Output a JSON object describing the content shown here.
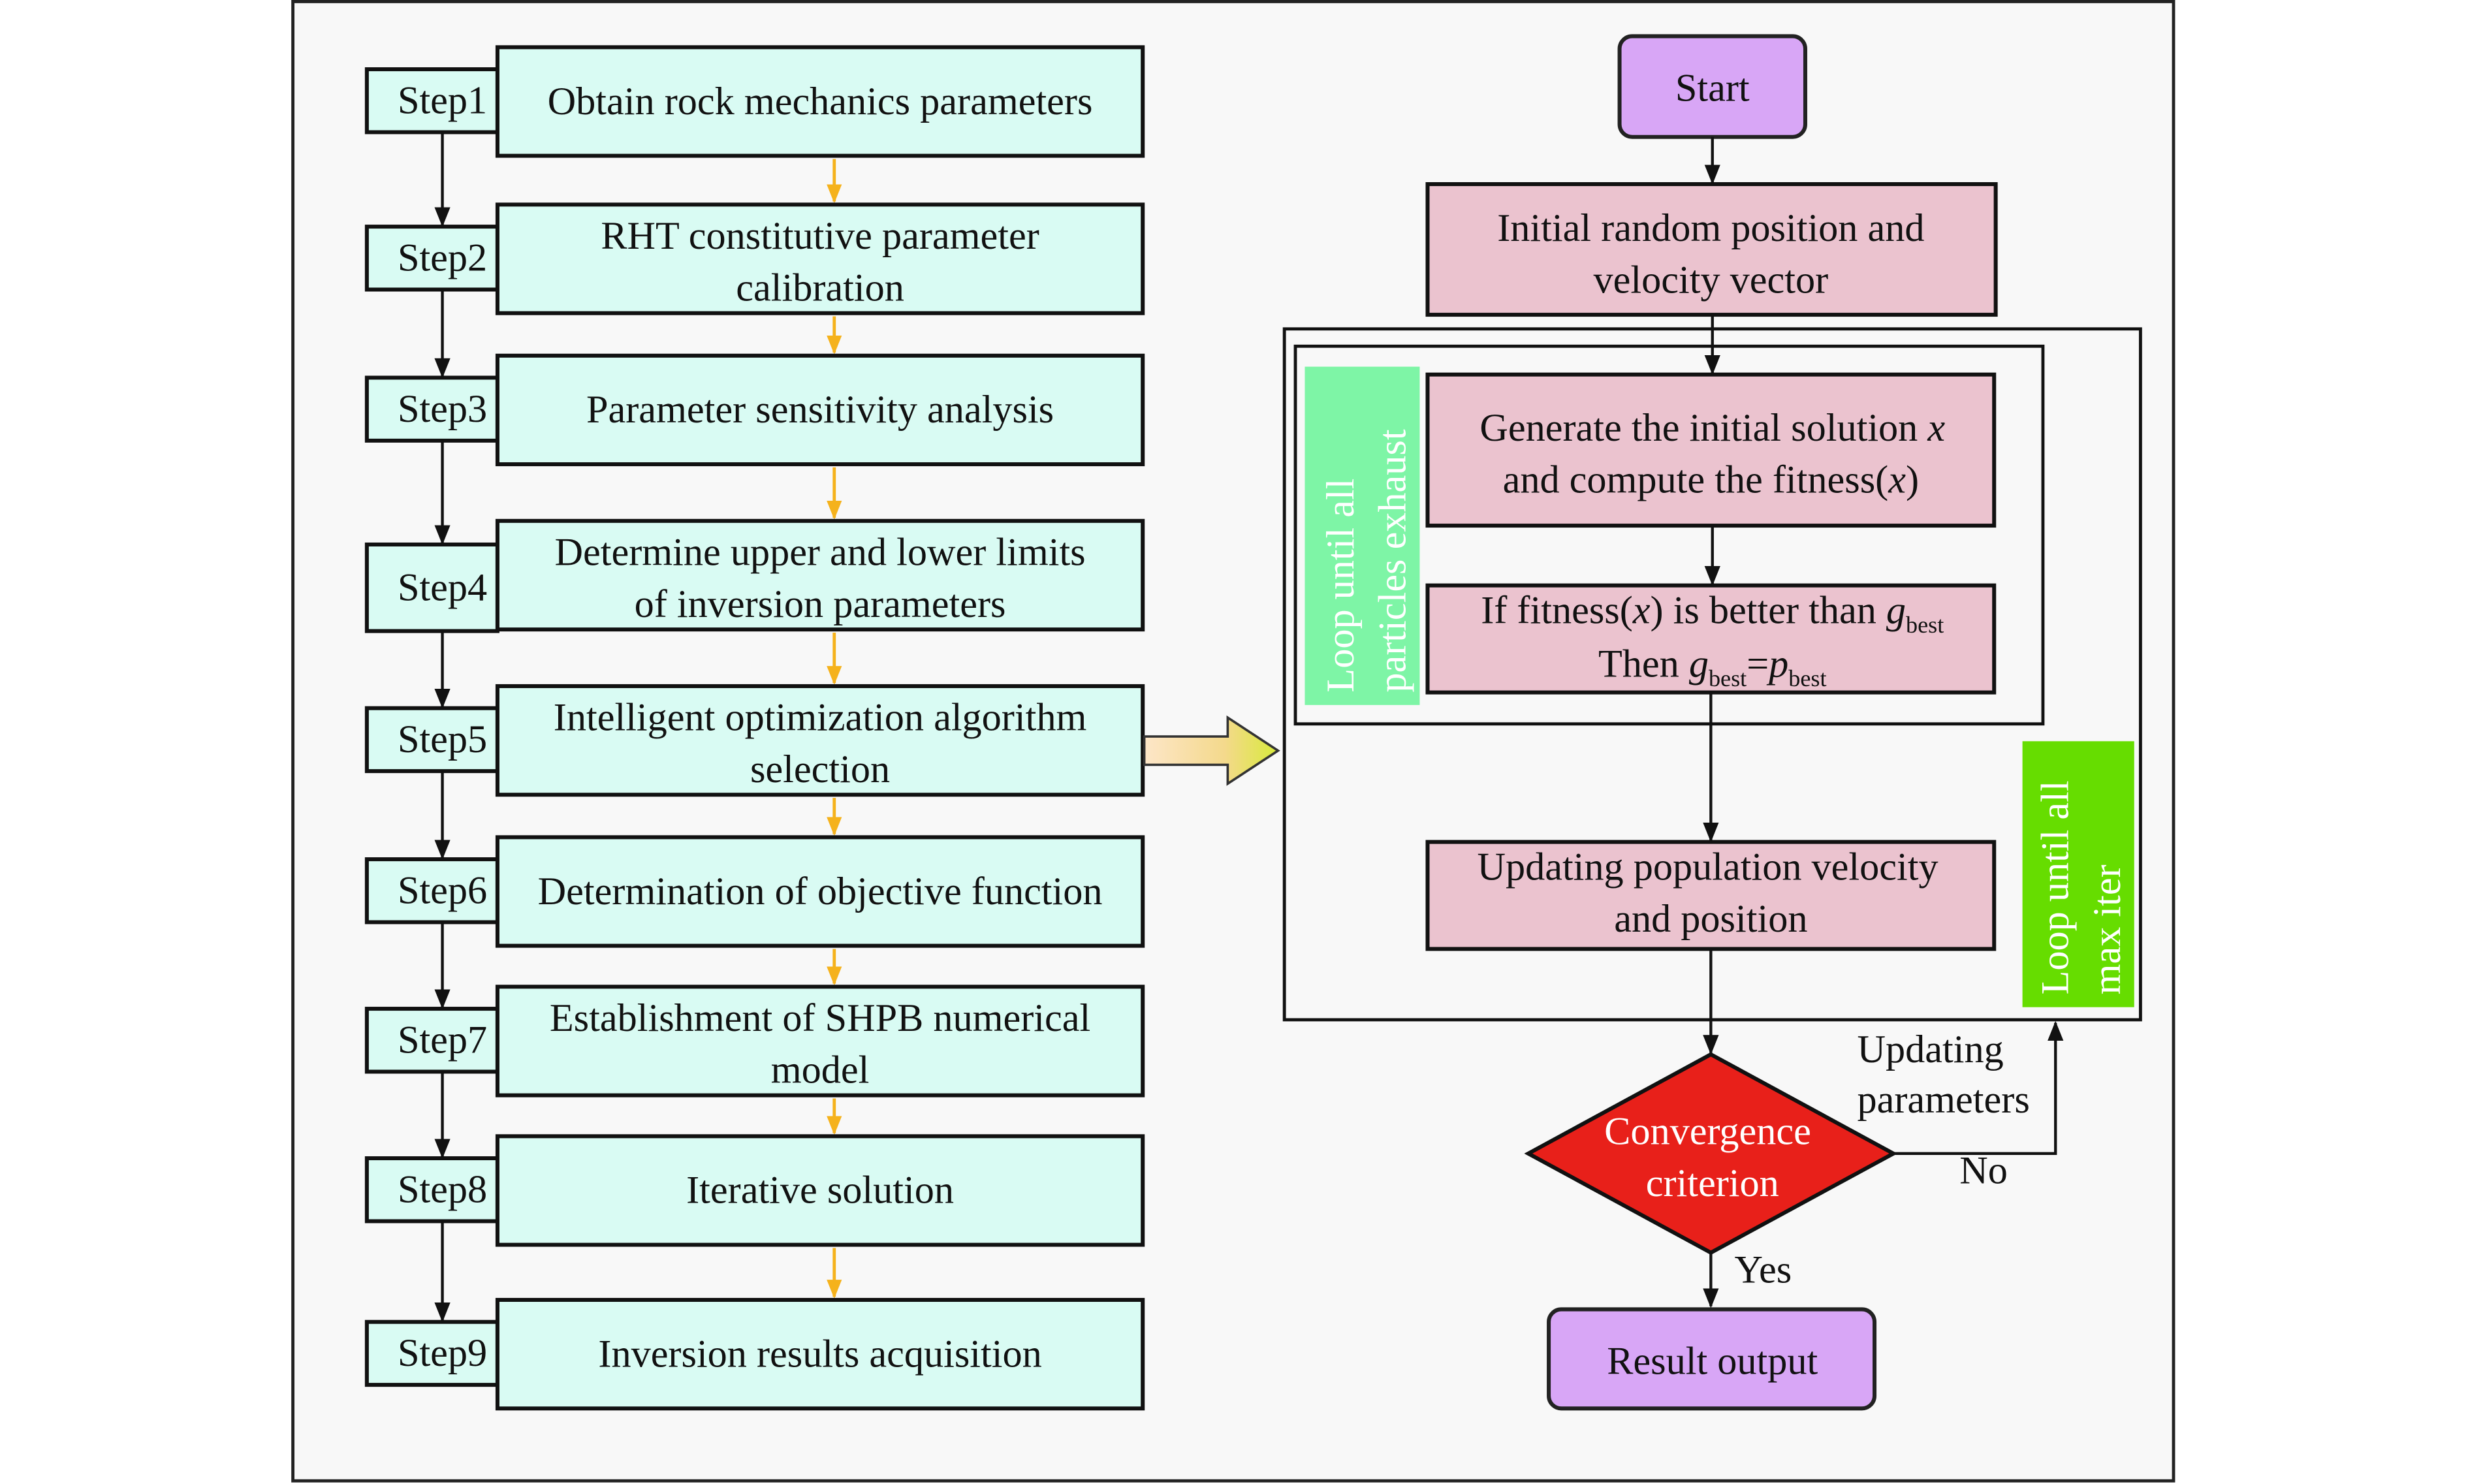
{
  "steps": [
    {
      "label": "Step1",
      "lines": [
        "Obtain rock mechanics parameters"
      ]
    },
    {
      "label": "Step2",
      "lines": [
        "RHT constitutive parameter",
        "calibration"
      ]
    },
    {
      "label": "Step3",
      "lines": [
        "Parameter sensitivity analysis"
      ]
    },
    {
      "label": "Step4",
      "lines": [
        "Determine upper and lower limits",
        "of inversion parameters"
      ]
    },
    {
      "label": "Step5",
      "lines": [
        "Intelligent optimization algorithm",
        "selection"
      ]
    },
    {
      "label": "Step6",
      "lines": [
        "Determination of objective function"
      ]
    },
    {
      "label": "Step7",
      "lines": [
        "Establishment of SHPB numerical",
        "model"
      ]
    },
    {
      "label": "Step8",
      "lines": [
        "Iterative solution"
      ]
    },
    {
      "label": "Step9",
      "lines": [
        "Inversion results acquisition"
      ]
    }
  ],
  "pso": {
    "start": "Start",
    "init": [
      "Initial random position and",
      "velocity vector"
    ],
    "generate": {
      "l1": "Generate the initial solution ",
      "x": "x",
      "l2a": "and compute the fitness(",
      "l2b": ")"
    },
    "ifbox": {
      "a": "If fitness(",
      "x": "x",
      "b": ") is better than ",
      "g": "g",
      "sub": "best",
      "then": "Then ",
      "eq": "=",
      "p": "p"
    },
    "update": [
      "Updating population velocity",
      "and position"
    ],
    "inner_loop": [
      "Loop until all",
      "particles  exhaust"
    ],
    "outer_loop": [
      "Loop until all",
      "max iter"
    ],
    "decision": [
      "Convergence",
      "criterion"
    ],
    "update_params": [
      "Updating",
      "parameters"
    ],
    "no": "No",
    "yes": "Yes",
    "result": "Result output"
  },
  "colors": {
    "step_fill": "#d9fbf3",
    "pso_box": "#ebc3cf",
    "terminal": "#d8a6f6",
    "decision": "#e8201a",
    "inner_loop": "#7ef5a6",
    "outer_loop": "#66dd00",
    "flow_arrow": "#f5b21c"
  }
}
